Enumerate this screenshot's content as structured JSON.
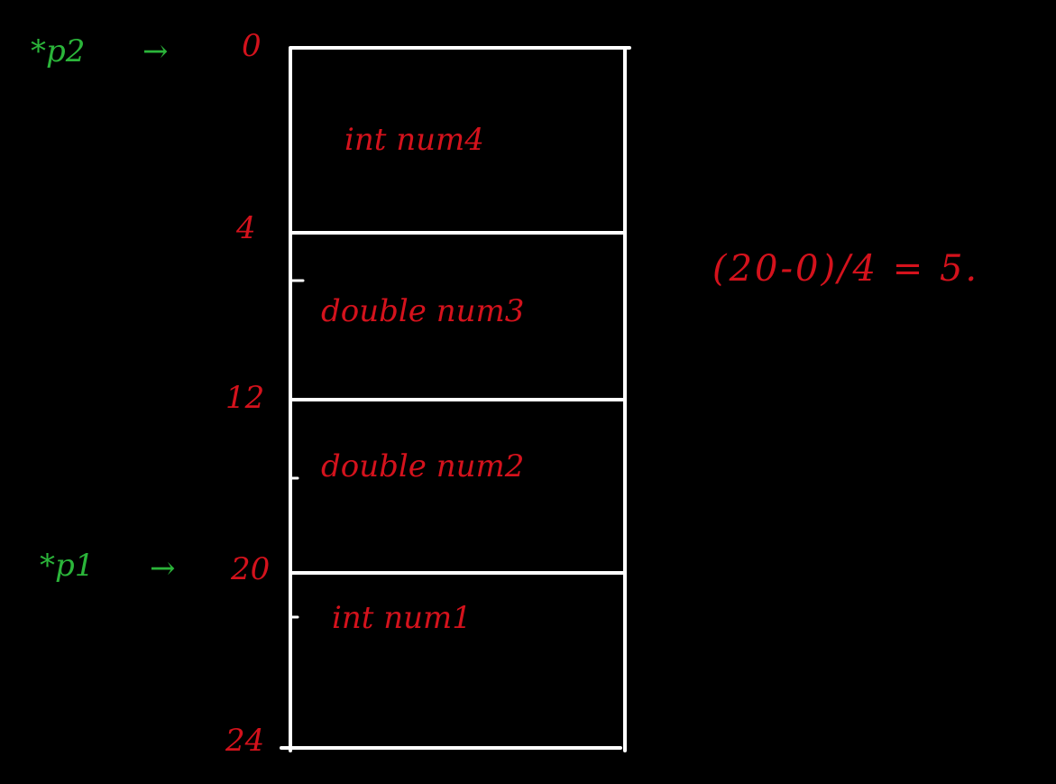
{
  "pointers": {
    "p2": "*p2",
    "p1": "*p1",
    "arrow": "→"
  },
  "addresses": [
    "0",
    "4",
    "12",
    "20",
    "24"
  ],
  "fields": [
    "int num4",
    "double num3",
    "double num2",
    "int num1"
  ],
  "formula": "(20-0)/4 = 5.",
  "colors": {
    "background": "#000000",
    "lines": "#ffffff",
    "text_red": "#d4121c",
    "text_green": "#2bb53a"
  }
}
